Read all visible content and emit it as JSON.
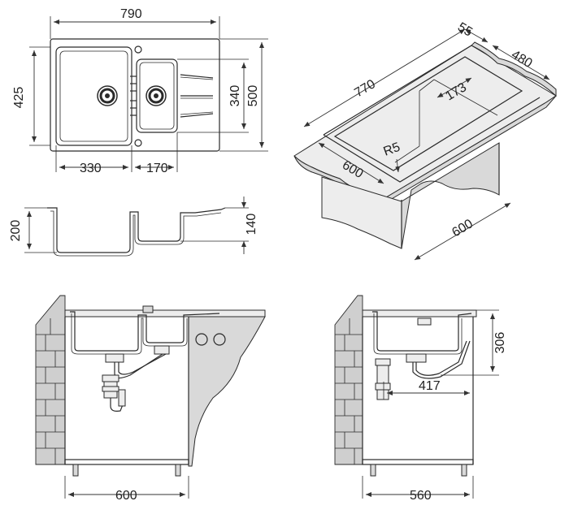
{
  "top_view": {
    "width_label": "790",
    "height_outer_label": "500",
    "height_inner_label": "425",
    "small_bowl_height_label": "340",
    "main_bowl_width_label": "330",
    "small_bowl_width_label": "170"
  },
  "side_section": {
    "depth_main_label": "200",
    "depth_small_label": "140"
  },
  "iso_view": {
    "flange_label": "55",
    "depth_label": "480",
    "length_label": "770",
    "offset_label": "173",
    "radius_label": "R5",
    "cabinet_front_label": "600",
    "cabinet_side_label": "600"
  },
  "front_install": {
    "cabinet_width_label": "600"
  },
  "side_install": {
    "height_label": "306",
    "offset_label": "417",
    "cabinet_depth_label": "560"
  }
}
